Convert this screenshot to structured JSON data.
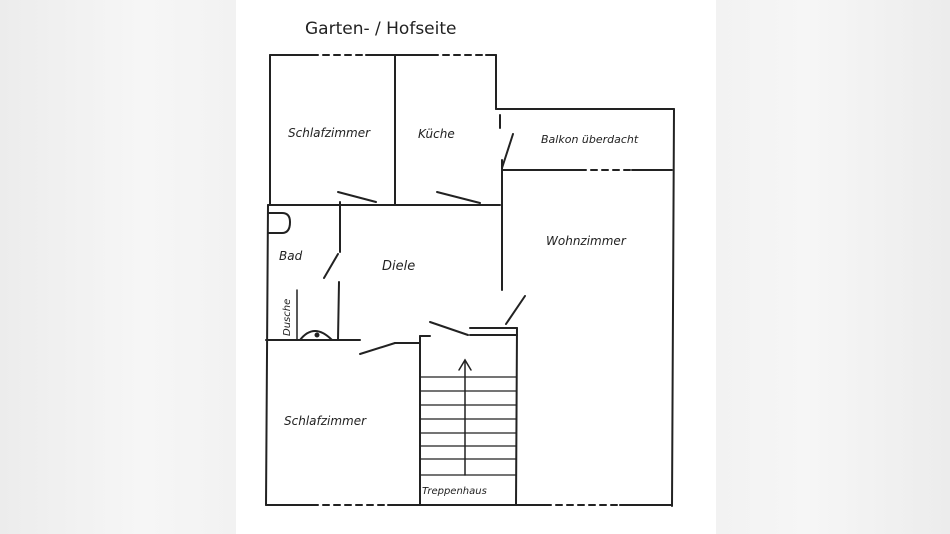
{
  "plan": {
    "title": "Garten- / Hofseite",
    "rooms": [
      {
        "id": "schlafzimmer-top",
        "label": "Schlafzimmer"
      },
      {
        "id": "kueche",
        "label": "Küche"
      },
      {
        "id": "balkon",
        "label": "Balkon überdacht"
      },
      {
        "id": "bad",
        "label": "Bad"
      },
      {
        "id": "dusche",
        "label": "Dusche"
      },
      {
        "id": "diele",
        "label": "Diele"
      },
      {
        "id": "wohnzimmer",
        "label": "Wohnzimmer"
      },
      {
        "id": "schlafzimmer-bottom",
        "label": "Schlafzimmer"
      },
      {
        "id": "treppenhaus",
        "label": "Treppenhaus"
      }
    ]
  },
  "colors": {
    "line": "#222222",
    "paper": "#ffffff",
    "background": "#f3f3f3"
  }
}
